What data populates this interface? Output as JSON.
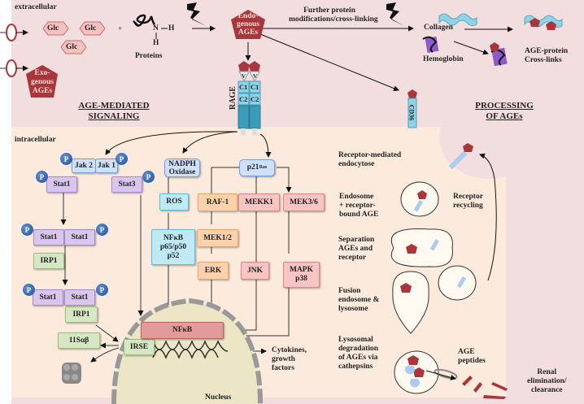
{
  "regions": {
    "extracellular": "extracellular",
    "intracellular": "intracellular"
  },
  "section_titles": {
    "signaling_line1": "AGE-MEDIATED",
    "signaling_line2": "SIGNALING",
    "processing_line1": "PROCESSING",
    "processing_line2": "OF AGEs"
  },
  "top": {
    "glc": [
      "Glc",
      "Glc",
      "Glc"
    ],
    "plus": "+",
    "protein_n": "N",
    "protein_h1": "H",
    "protein_h2": "H",
    "proteins_label": "Proteins",
    "endogenous_ages": [
      "Endo-",
      "genous",
      "AGEs"
    ],
    "exogenous_ages": [
      "Exo-",
      "genous",
      "AGEs"
    ],
    "further_mod": [
      "Further protein",
      "modifications/cross-linking"
    ],
    "collagen": "Collagen",
    "hemoglobin": "Hemoglobin",
    "crosslinks": [
      "AGE-protein",
      "Cross-links"
    ]
  },
  "receptors": {
    "rage": "RAGE",
    "v": "V",
    "c1": "C1",
    "c2": "C2",
    "cd36": "CD36"
  },
  "signaling": {
    "jak2": "Jak 2",
    "jak1": "Jak 1",
    "p": "P",
    "stat1": "Stat1",
    "stat3": "Stat3",
    "irp1": "IRP1",
    "s11": "11Sαβ",
    "irse": "IRSE",
    "nadph": [
      "NADPH",
      "Oxidase"
    ],
    "ros": "ROS",
    "nfkb_sub": [
      "NFκB",
      "p65/p50",
      "p52"
    ],
    "p21": "p21",
    "p21_sup": "Ras",
    "raf1": "RAF-1",
    "mekk1": "MEKK1",
    "mek36": "MEK3/6",
    "mek12": "MEK1/2",
    "erk": "ERK",
    "jnk": "JNK",
    "mapk": [
      "MAPK",
      "p38"
    ],
    "nfkb": "NFκB",
    "nucleus": "Nucleus",
    "cytokines": [
      "Cytokines,",
      "growth",
      "factors"
    ]
  },
  "processing": {
    "steps": [
      [
        "Receptor-mediated",
        "endocytose"
      ],
      [
        "Endosome",
        "+ receptor-",
        "bound AGE"
      ],
      [
        "Separation",
        "AGEs and",
        "receptor"
      ],
      [
        "Fusion",
        "endosome &",
        "lysosome"
      ],
      [
        "Lysosomal",
        "degradation",
        "of AGEs via",
        "cathepsins"
      ]
    ],
    "receptor_recycling": [
      "Receptor",
      "recycling"
    ],
    "age_peptides": [
      "AGE",
      "peptides"
    ],
    "renal": [
      "Renal",
      "elimination/",
      "clearance"
    ]
  },
  "colors": {
    "extracellular_bg": "#f3dedf",
    "intracellular_bg": "#fcebdc",
    "age_red": "#a8363b",
    "rage_blue": "#8fd3e6"
  }
}
